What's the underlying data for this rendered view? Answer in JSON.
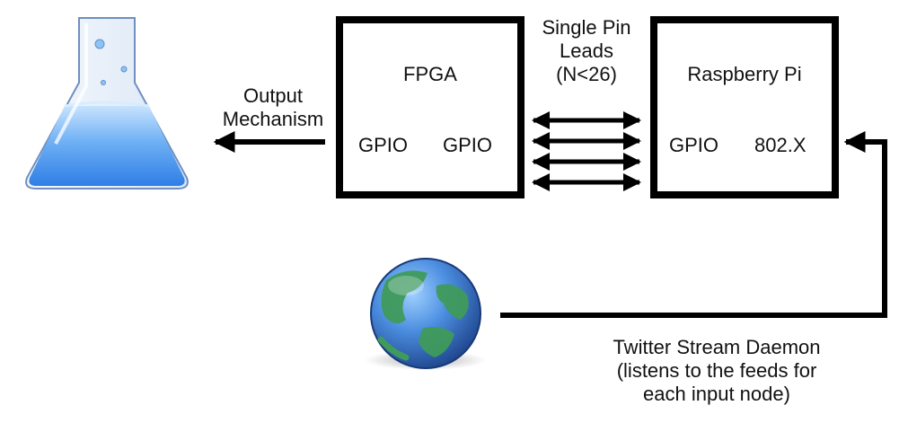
{
  "diagram": {
    "flask_icon": "lab-flask-icon",
    "globe_icon": "earth-globe-icon",
    "fpga": {
      "title": "FPGA",
      "port_left": "GPIO",
      "port_right": "GPIO"
    },
    "raspberry_pi": {
      "title": "Raspberry Pi",
      "port_left": "GPIO",
      "port_right": "802.X"
    },
    "leads_label": [
      "Single Pin",
      "Leads",
      "(N<26)"
    ],
    "output_label": [
      "Output",
      "Mechanism"
    ],
    "daemon_label": [
      "Twitter Stream Daemon",
      "(listens to the feeds for",
      "each input node)"
    ],
    "colors": {
      "liquid_light": "#a9d4fb",
      "liquid_dark": "#3a8cee",
      "globe_ocean": "#3b76c9",
      "globe_land": "#3f9a5b",
      "lines": "#000000"
    }
  }
}
